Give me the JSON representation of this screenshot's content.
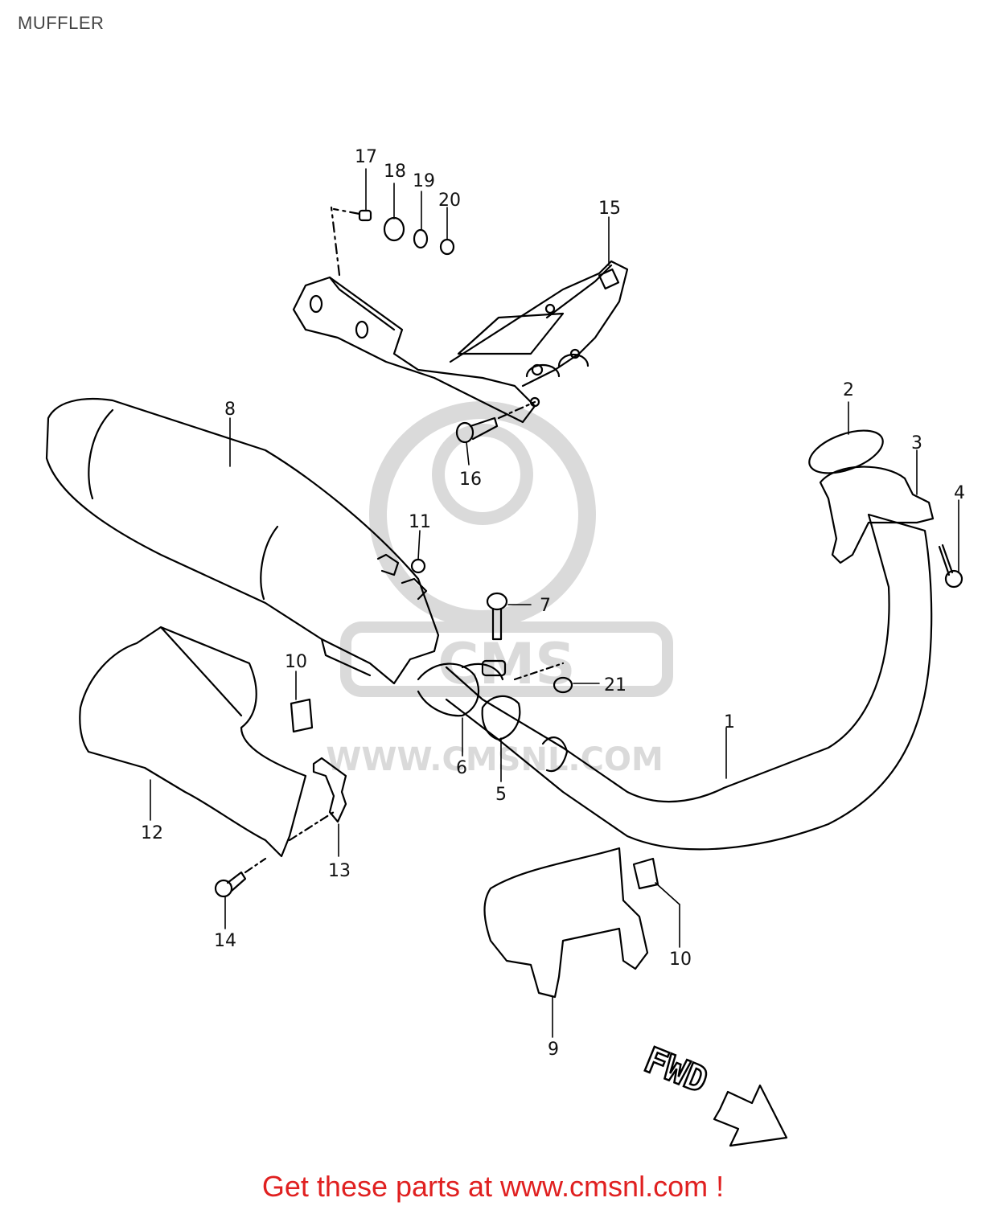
{
  "page": {
    "title": "MUFFLER"
  },
  "callouts": [
    "1",
    "2",
    "3",
    "4",
    "5",
    "6",
    "7",
    "8",
    "9",
    "10",
    "10",
    "11",
    "12",
    "13",
    "14",
    "15",
    "16",
    "17",
    "18",
    "19",
    "20",
    "21"
  ],
  "direction_label": "FWD",
  "watermark": {
    "badge": "CMS",
    "url": "WWW.CMSNL.COM"
  },
  "footer": {
    "text": "Get these parts at www.cmsnl.com !"
  },
  "colors": {
    "line": "#000000",
    "footer": "#e02020",
    "watermark": "#d4d4d4"
  }
}
